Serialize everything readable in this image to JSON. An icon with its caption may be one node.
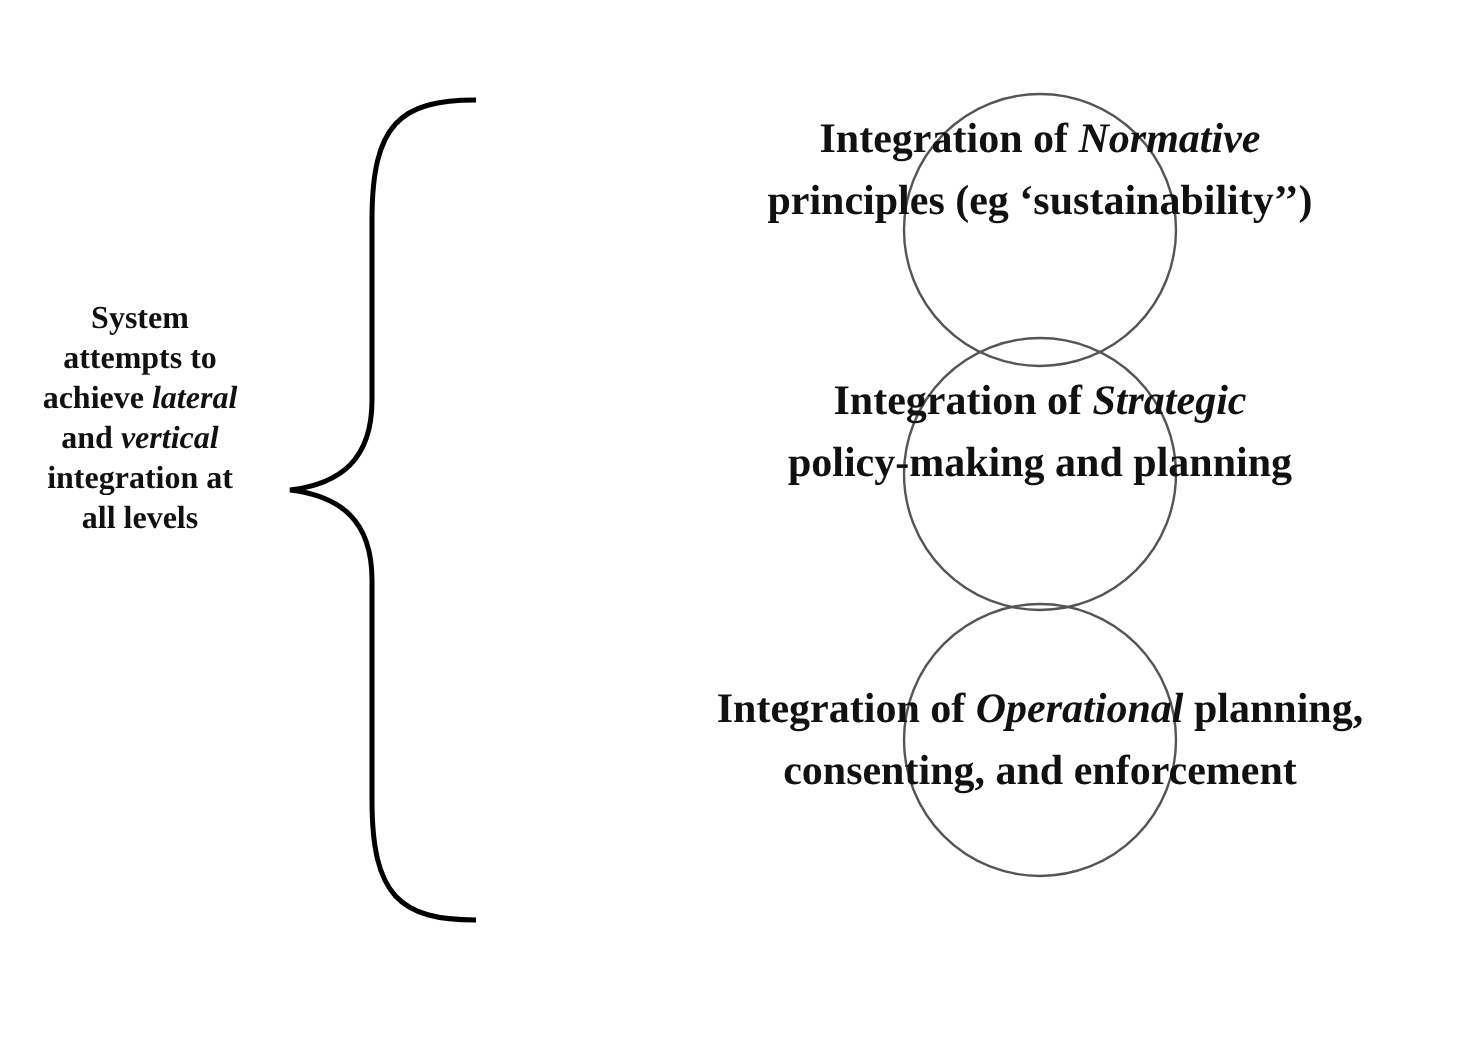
{
  "diagram": {
    "nodes": [
      {
        "text": [
          "Integration of *Normative* principles (eg ‘sustainability’’)"
        ]
      },
      {
        "text": [
          "Integration of *Strategic* policy-making and planning"
        ]
      },
      {
        "text": [
          "Integration of *Operational* planning, consenting, and enforcement"
        ]
      }
    ],
    "labels": [
      "System attempts to achieve *lateral* and *vertical* integration at all levels"
    ]
  }
}
